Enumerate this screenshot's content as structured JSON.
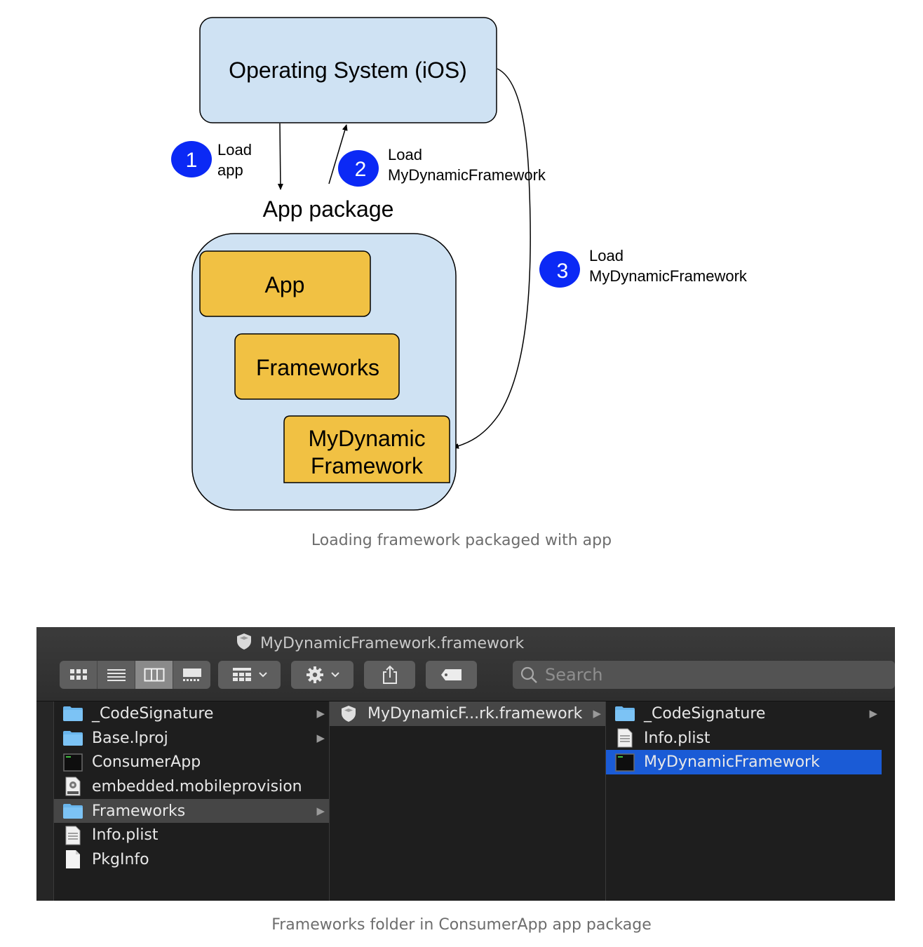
{
  "diagram": {
    "os_box": "Operating System (iOS)",
    "package_label": "App package",
    "inner_boxes": [
      "App",
      "Frameworks"
    ],
    "framework_box": [
      "MyDynamic",
      "Framework"
    ],
    "steps": [
      {
        "number": "1",
        "lines": [
          "Load",
          "app"
        ]
      },
      {
        "number": "2",
        "lines": [
          "Load",
          "MyDynamicFramework"
        ]
      },
      {
        "number": "3",
        "lines": [
          "Load",
          "MyDynamicFramework"
        ]
      }
    ],
    "colors": {
      "os_fill": "#cfe2f3",
      "box_fill": "#f1c143",
      "badge": "#0b29f5"
    }
  },
  "caption1": "Loading framework packaged with app",
  "finder": {
    "title": "MyDynamicFramework.framework",
    "search_placeholder": "Search",
    "column1": [
      {
        "name": "_CodeSignature",
        "icon": "folder-icon",
        "chevron": true
      },
      {
        "name": "Base.lproj",
        "icon": "folder-icon",
        "chevron": true
      },
      {
        "name": "ConsumerApp",
        "icon": "terminal-exec-icon",
        "chevron": false
      },
      {
        "name": "embedded.mobileprovision",
        "icon": "provision-file-icon",
        "chevron": false
      },
      {
        "name": "Frameworks",
        "icon": "folder-icon",
        "chevron": true,
        "selected": "gray"
      },
      {
        "name": "Info.plist",
        "icon": "plist-file-icon",
        "chevron": false
      },
      {
        "name": "PkgInfo",
        "icon": "blank-file-icon",
        "chevron": false
      }
    ],
    "column2": [
      {
        "name": "MyDynamicF...rk.framework",
        "icon": "framework-icon",
        "chevron": true,
        "selected": "gray"
      }
    ],
    "column3": [
      {
        "name": "_CodeSignature",
        "icon": "folder-icon",
        "chevron": true
      },
      {
        "name": "Info.plist",
        "icon": "plist-file-icon",
        "chevron": false
      },
      {
        "name": "MyDynamicFramework",
        "icon": "terminal-exec-icon",
        "chevron": false,
        "selected": "blue"
      }
    ]
  },
  "caption2": "Frameworks folder in ConsumerApp app package"
}
